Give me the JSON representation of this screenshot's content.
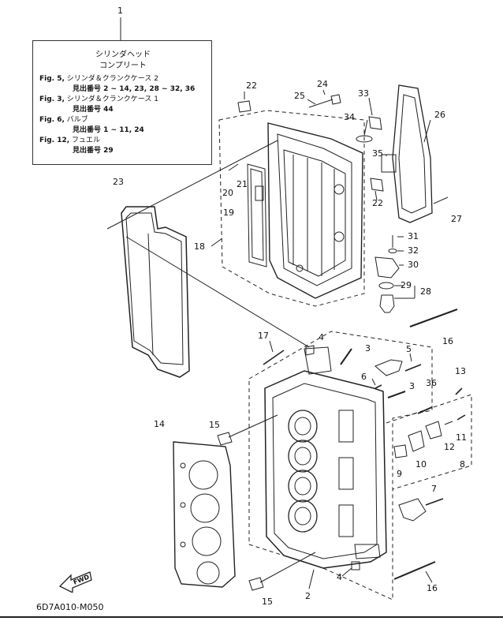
{
  "callout_top": "1",
  "note": {
    "title1": "シリンダヘッド",
    "title2": "コンプリート",
    "rows": [
      {
        "fig": "Fig. 5,",
        "text": "シリンダ＆クランクケース 2",
        "sub": "見出番号 2 ~ 14, 23, 28 ~ 32, 36"
      },
      {
        "fig": "Fig. 3,",
        "text": "シリンダ＆クランクケース 1",
        "sub": "見出番号 44"
      },
      {
        "fig": "Fig. 6,",
        "text": "バルブ",
        "sub": "見出番号 1 ~ 11, 24"
      },
      {
        "fig": "Fig. 12,",
        "text": "フュエル",
        "sub": "見出番号 29"
      }
    ]
  },
  "parts": [
    "2",
    "3",
    "3",
    "4",
    "4",
    "5",
    "6",
    "7",
    "8",
    "9",
    "10",
    "11",
    "12",
    "13",
    "14",
    "15",
    "15",
    "16",
    "16",
    "17",
    "18",
    "19",
    "20",
    "21",
    "22",
    "22",
    "23",
    "24",
    "25",
    "26",
    "27",
    "28",
    "29",
    "30",
    "31",
    "32",
    "33",
    "34",
    "35",
    "36"
  ],
  "fwd_label": "FWD",
  "doc_id": "6D7A010-M050"
}
